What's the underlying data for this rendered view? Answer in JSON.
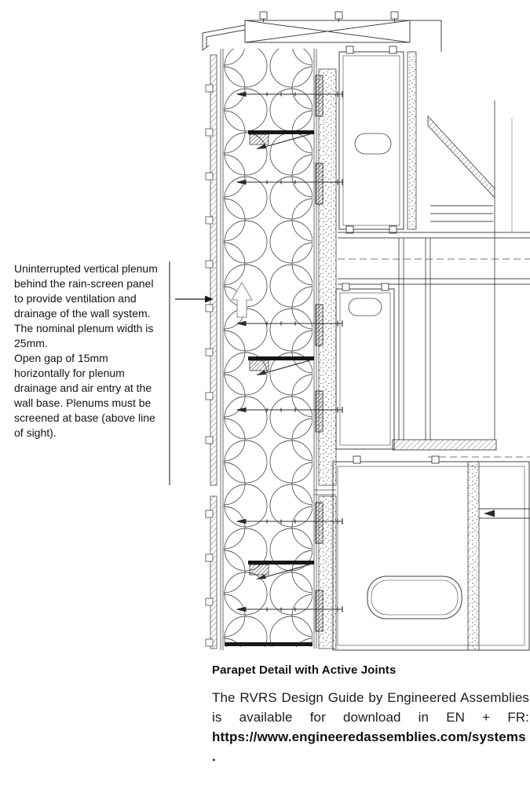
{
  "colors": {
    "ink": "#1a1a1a",
    "line": "#4a4a4a"
  },
  "annotation": {
    "text": "Uninterrupted vertical plenum behind the rain-screen panel to provide ventilation and drainage of the wall system. The nominal plenum width is 25mm.\nOpen gap of 15mm horizontally for plenum drainage and air entry at the wall base. Plenums must be screened at base (above line of sight)."
  },
  "caption": {
    "title": "Parapet Detail with Active Joints",
    "body": "The RVRS Design Guide by Engineered Assemblies is available for download in EN + FR:",
    "link": "https://www.engineeredassemblies.com/systems."
  }
}
